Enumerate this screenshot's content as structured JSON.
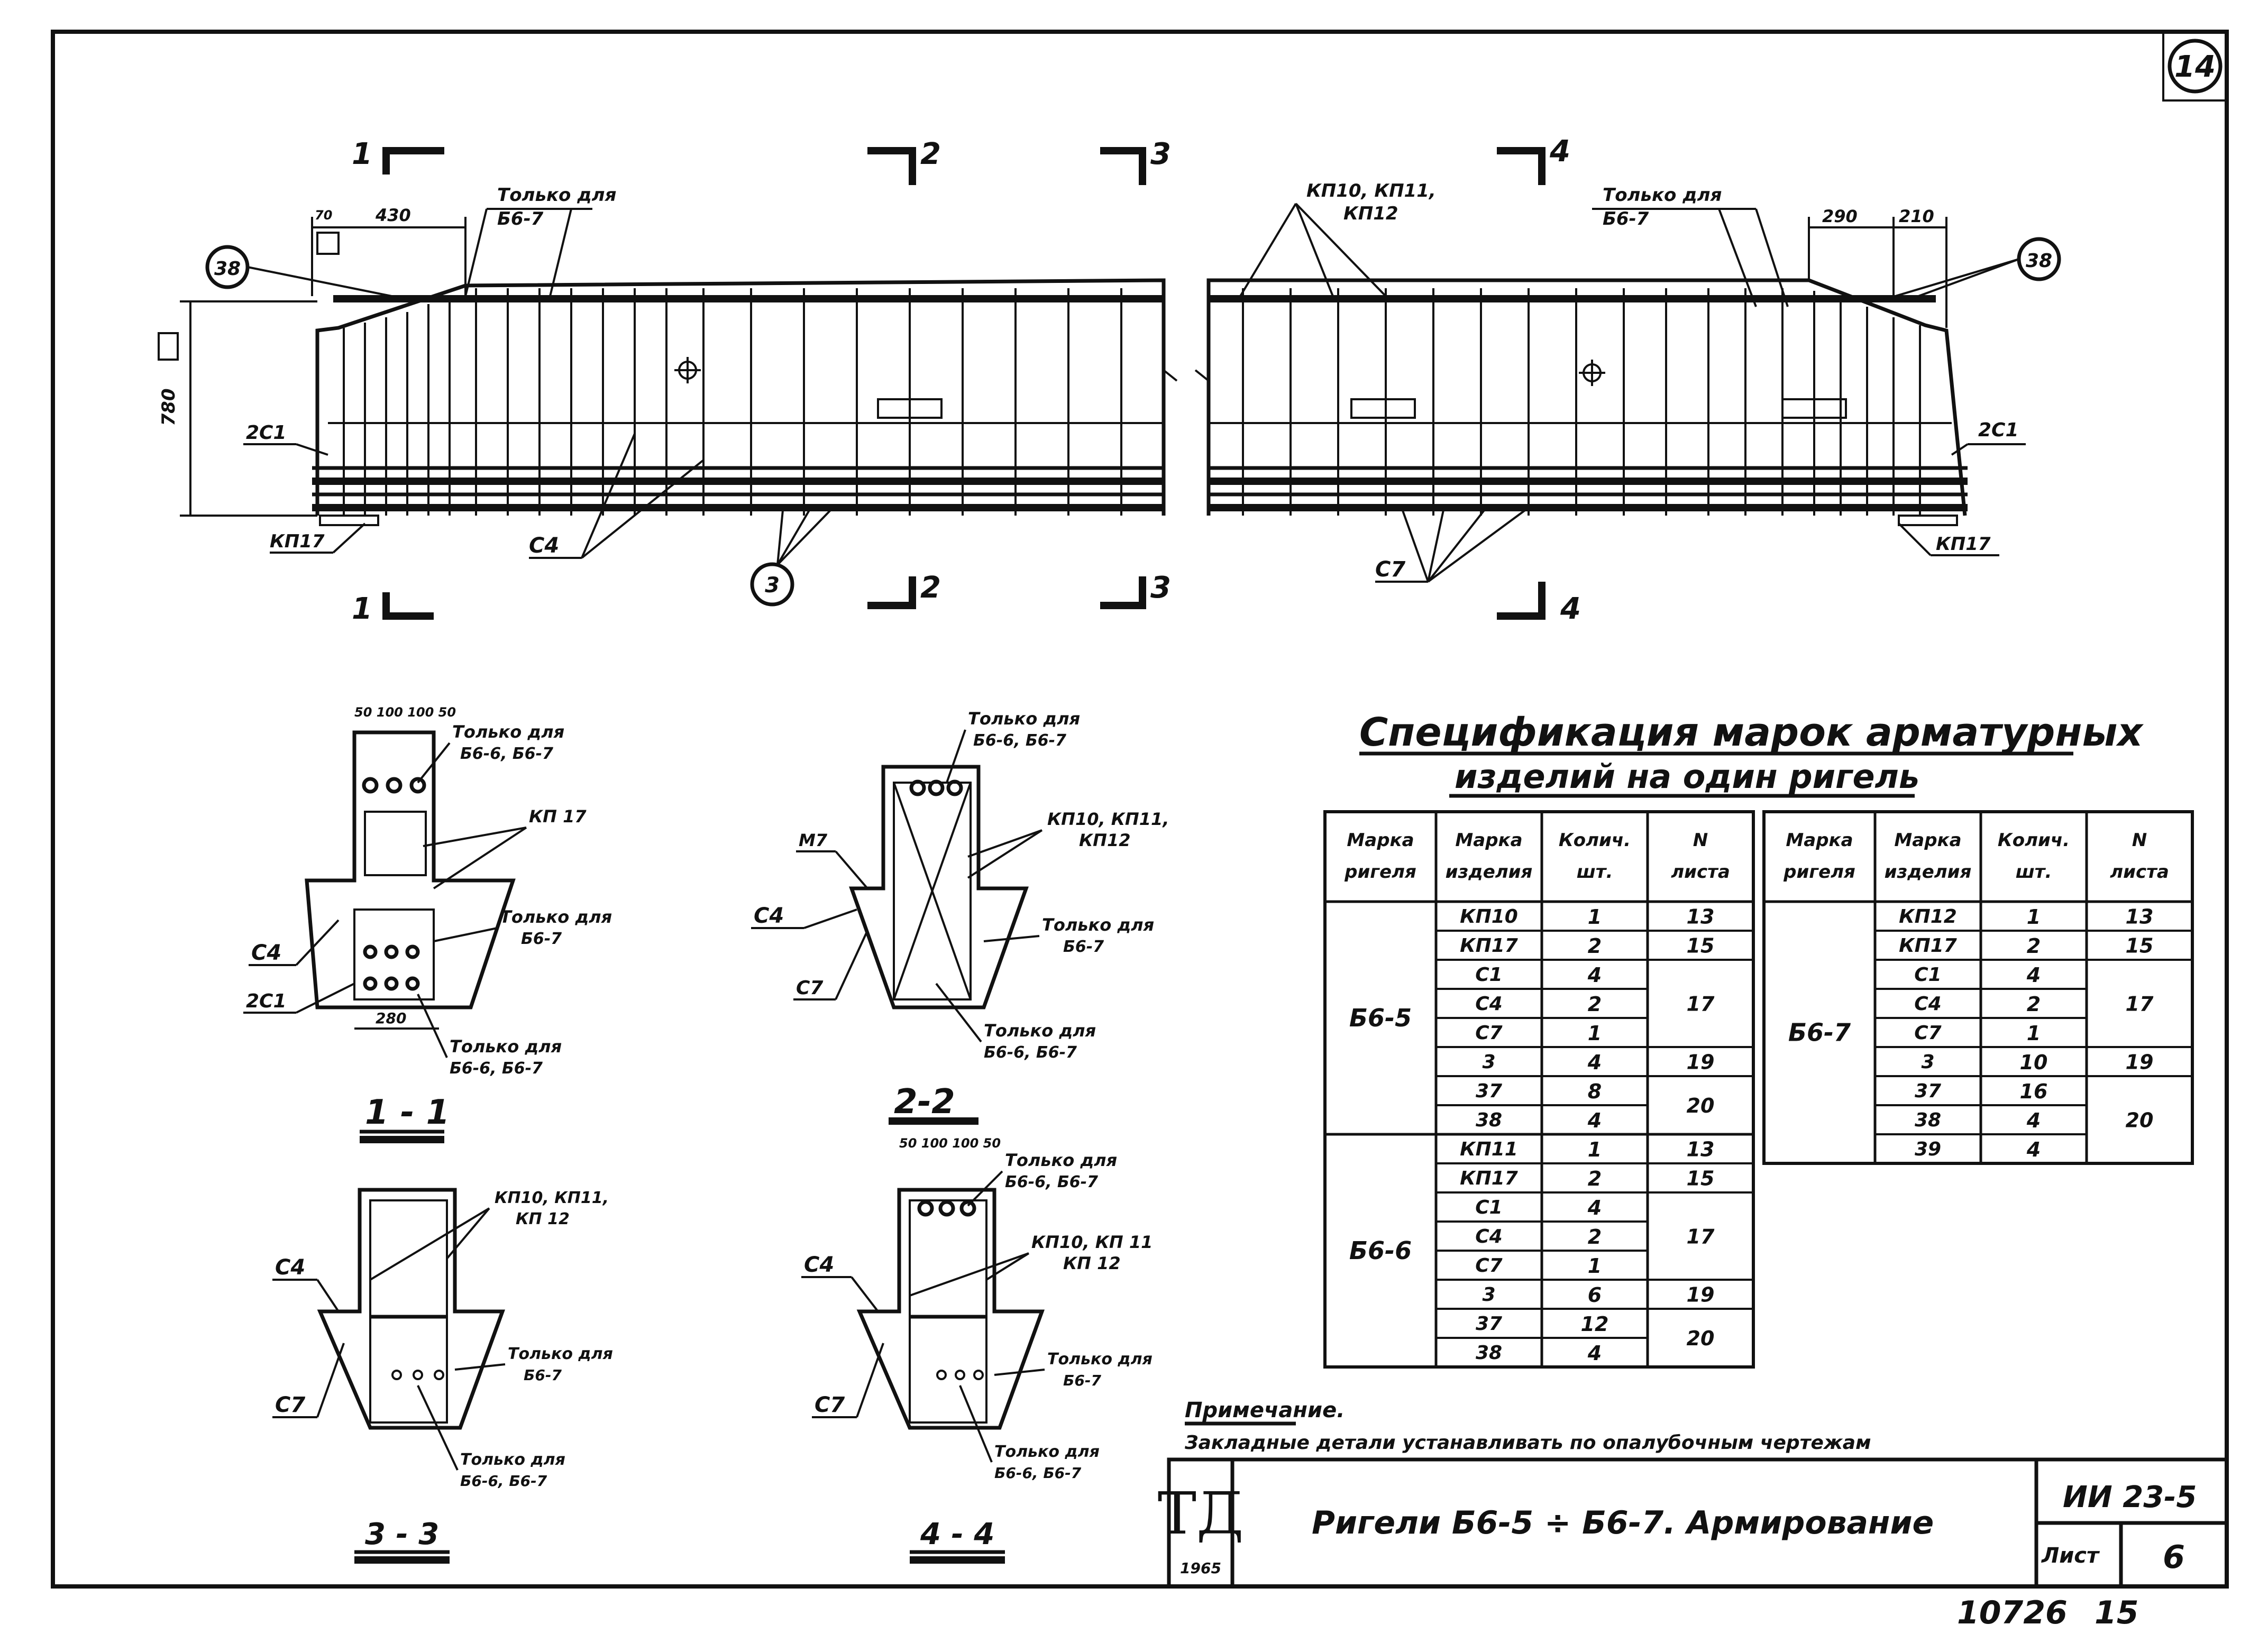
{
  "sheet": {
    "page_number": "14",
    "doc_code": "ИИ 23-5",
    "sheet_label": "Лист",
    "sheet_number": "6",
    "title": "Ригели Б6-5 ÷ Б6-7. Армирование",
    "logo_text": "ТД",
    "logo_year": "1965",
    "inventory_left": "10726",
    "inventory_right": "15"
  },
  "elevation": {
    "section_marks": [
      "1",
      "1",
      "2",
      "2",
      "3",
      "3",
      "4",
      "4"
    ],
    "dim_430": "430",
    "dim_70": "70",
    "dim_780": "780",
    "dim_290": "290",
    "dim_210": "210",
    "only_for_b67_a": "Только для",
    "only_for_b67_a2": "Б6-7",
    "only_for_b67_b": "Только для",
    "only_for_b67_b2": "Б6-7",
    "kp_group_1": "КП10, КП11,",
    "kp_group_2": "КП12",
    "bubble_38_left": "38",
    "bubble_38_right": "38",
    "bubble_3": "3",
    "label_2c1_left": "2С1",
    "label_2c1_right": "2С1",
    "label_kp17_left": "КП17",
    "label_kp17_right": "КП17",
    "label_c4": "С4",
    "label_c7": "С7"
  },
  "sections": {
    "s11": {
      "title": "1 - 1",
      "dims_top": "50 100 100 50",
      "only_a1": "Только для",
      "only_a2": "Б6-6, Б6-7",
      "kp17": "КП 17",
      "only_b1": "Только для",
      "only_b2": "Б6-7",
      "c4": "С4",
      "c2": "2С1",
      "dim_280": "280",
      "only_c1": "Только для",
      "only_c2": "Б6-6, Б6-7"
    },
    "s22": {
      "title": "2-2",
      "only_a1": "Только для",
      "only_a2": "Б6-6, Б6-7",
      "m7": "М7",
      "kp_a": "КП10, КП11,",
      "kp_b": "КП12",
      "c4": "С4",
      "only_b1": "Только для",
      "only_b2": "Б6-7",
      "c7": "С7",
      "only_c1": "Только для",
      "only_c2": "Б6-6, Б6-7"
    },
    "s33": {
      "title": "3 - 3",
      "kp_a": "КП10, КП11,",
      "kp_b": "КП 12",
      "c4": "С4",
      "only_a1": "Только для",
      "only_a2": "Б6-7",
      "c7": "С7",
      "only_b1": "Только для",
      "only_b2": "Б6-6, Б6-7"
    },
    "s44": {
      "title": "4 - 4",
      "dims_top": "50 100 100 50",
      "only_a1": "Только для",
      "only_a2": "Б6-6, Б6-7",
      "kp_a": "КП10, КП 11",
      "kp_b": "КП 12",
      "c4": "С4",
      "only_b1": "Только для",
      "only_b2": "Б6-7",
      "c7": "С7",
      "only_c1": "Только для",
      "only_c2": "Б6-6, Б6-7"
    }
  },
  "spec": {
    "title_line1": "Спецификация марок арматурных",
    "title_line2": "изделий на один ригель",
    "headers": [
      [
        "Марка",
        "ригеля"
      ],
      [
        "Марка",
        "изделия"
      ],
      [
        "Колич.",
        "шт."
      ],
      [
        "N",
        "листа"
      ]
    ],
    "left_table": [
      {
        "beam": "Б6-5",
        "rows": [
          [
            "КП10",
            "1",
            "13"
          ],
          [
            "КП17",
            "2",
            "15"
          ],
          [
            "С1",
            "4",
            "17"
          ],
          [
            "С4",
            "2",
            ""
          ],
          [
            "С7",
            "1",
            ""
          ],
          [
            "3",
            "4",
            "19"
          ],
          [
            "37",
            "8",
            "20"
          ],
          [
            "38",
            "4",
            ""
          ]
        ]
      },
      {
        "beam": "Б6-6",
        "rows": [
          [
            "КП11",
            "1",
            "13"
          ],
          [
            "КП17",
            "2",
            "15"
          ],
          [
            "С1",
            "4",
            "17"
          ],
          [
            "С4",
            "2",
            ""
          ],
          [
            "С7",
            "1",
            ""
          ],
          [
            "3",
            "6",
            "19"
          ],
          [
            "37",
            "12",
            "20"
          ],
          [
            "38",
            "4",
            ""
          ]
        ]
      }
    ],
    "right_table": [
      {
        "beam": "Б6-7",
        "rows": [
          [
            "КП12",
            "1",
            "13"
          ],
          [
            "КП17",
            "2",
            "15"
          ],
          [
            "С1",
            "4",
            "17"
          ],
          [
            "С4",
            "2",
            ""
          ],
          [
            "С7",
            "1",
            ""
          ],
          [
            "3",
            "10",
            "19"
          ],
          [
            "37",
            "16",
            "20"
          ],
          [
            "38",
            "4",
            ""
          ],
          [
            "39",
            "4",
            ""
          ]
        ]
      }
    ]
  },
  "note": {
    "title": "Примечание.",
    "text": "Закладные детали устанавливать по опалубочным чертежам"
  }
}
